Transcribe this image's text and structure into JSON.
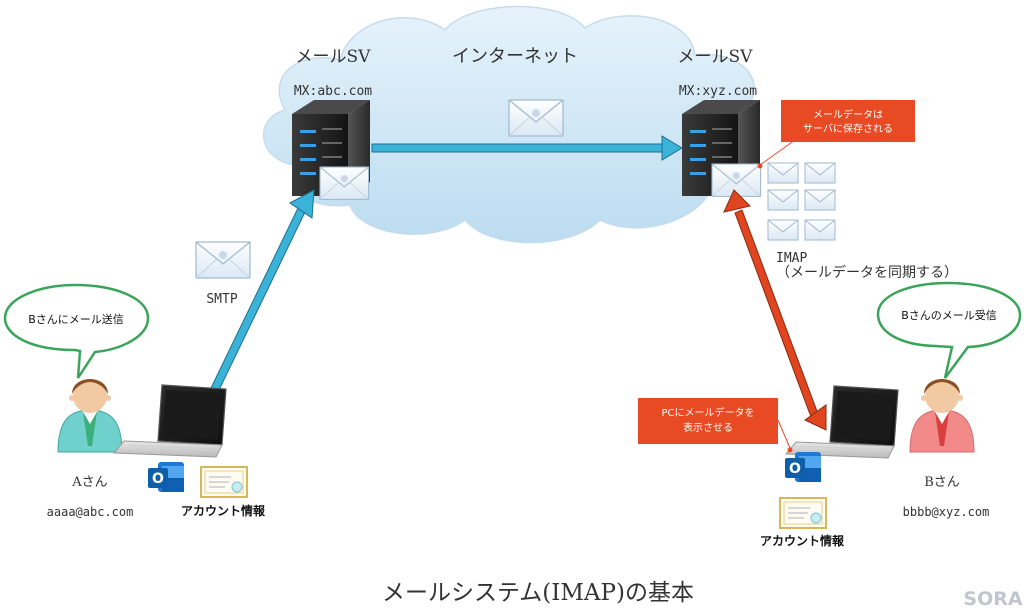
{
  "internet": {
    "label": "インターネット"
  },
  "server_a": {
    "title": "メールSV",
    "mx": "MX:abc.com"
  },
  "server_b": {
    "title": "メールSV",
    "mx": "MX:xyz.com"
  },
  "callout_server_store": {
    "line1": "メールデータは",
    "line2": "サーバに保存される"
  },
  "protocol_smtp": {
    "label": "SMTP"
  },
  "protocol_imap": {
    "label": "IMAP",
    "note": "（メールデータを同期する）"
  },
  "user_a": {
    "speech": "Bさんにメール送信",
    "name": "Aさん",
    "email": "aaaa@abc.com",
    "account_label": "アカウント情報"
  },
  "user_b": {
    "speech": "Bさんのメール受信",
    "name": "Bさん",
    "email": "bbbb@xyz.com",
    "account_label": "アカウント情報"
  },
  "callout_pc_display": {
    "line1": "PCにメールデータを",
    "line2": "表示させる"
  },
  "footer": {
    "title": "メールシステム(IMAP)の基本",
    "watermark": "SORA"
  },
  "colors": {
    "smtp_arrow": "#3bb3d9",
    "imap_arrow": "#e0451f",
    "callout": "#e84a23",
    "speech_border": "#3aa55a",
    "cloud": "#d2e8f5",
    "user_a_shirt": "#6fd0cc",
    "user_b_shirt": "#f28a8a"
  }
}
